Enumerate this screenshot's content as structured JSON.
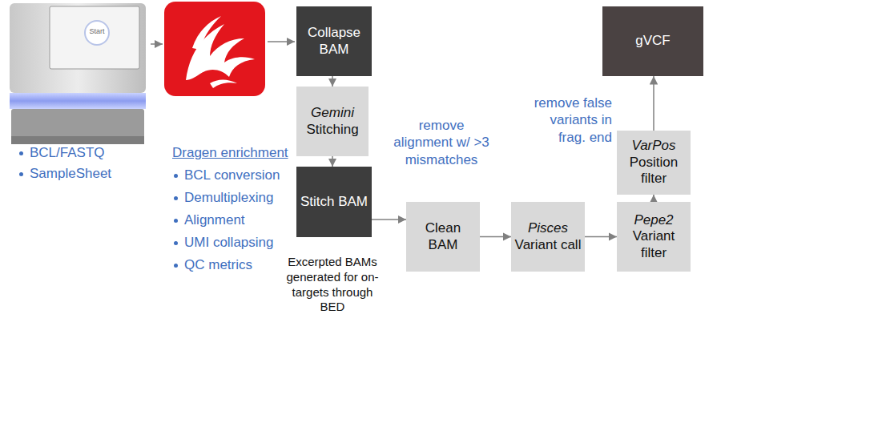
{
  "diagram": {
    "nodes": [
      {
        "text": [
          "Collapse BAM"
        ]
      },
      {
        "text": [
          "Gemini",
          "Stitching"
        ]
      },
      {
        "text": [
          "Stitch BAM"
        ]
      },
      {
        "text": [
          "Clean BAM"
        ]
      },
      {
        "text": [
          "Pisces",
          "Variant call"
        ]
      },
      {
        "text": [
          "Pepe2",
          "Variant filter"
        ]
      },
      {
        "text": [
          "VarPos",
          "Position filter"
        ]
      },
      {
        "text": [
          "gVCF"
        ]
      }
    ],
    "edges": [
      {
        "from": 0,
        "to": 1,
        "arrow": "to"
      },
      {
        "from": 1,
        "to": 2,
        "arrow": "to"
      },
      {
        "from": 2,
        "to": 3,
        "arrow": "to"
      },
      {
        "from": 3,
        "to": 4,
        "arrow": "to"
      },
      {
        "from": 4,
        "to": 5,
        "arrow": "to"
      },
      {
        "from": 5,
        "to": 6,
        "arrow": "to"
      },
      {
        "from": 6,
        "to": 7,
        "arrow": "to"
      }
    ],
    "labels": [
      "Start",
      "BCL/FASTQ",
      "SampleSheet",
      "Dragen enrichment",
      "BCL conversion",
      "Demultiplexing",
      "Alignment",
      "UMI collapsing",
      "QC metrics",
      "remove alignment w/ >3 mismatches",
      "remove false variants in frag. end",
      "Excerpted BAMs generated for on-targets through BED"
    ]
  }
}
